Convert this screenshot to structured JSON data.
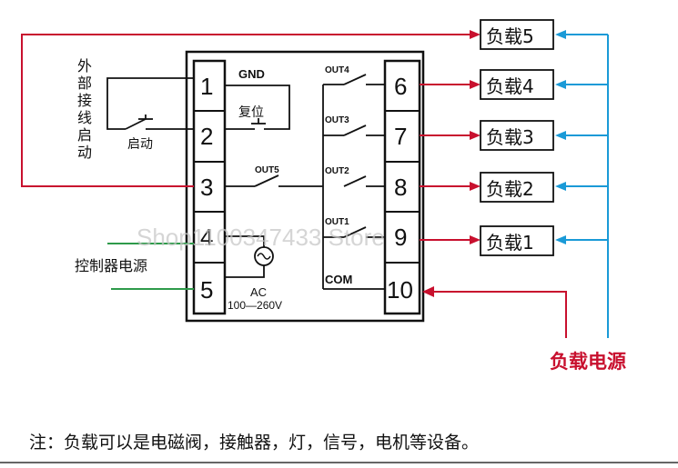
{
  "terminals_left": [
    "1",
    "2",
    "3",
    "4",
    "5"
  ],
  "terminals_right": [
    "6",
    "7",
    "8",
    "9",
    "10"
  ],
  "internal_labels": {
    "gnd": "GND",
    "reset": "复位",
    "out5": "OUT5",
    "out4": "OUT4",
    "out3": "OUT3",
    "out2": "OUT2",
    "out1": "OUT1",
    "com": "COM",
    "ac": "AC",
    "voltage": "100—260V"
  },
  "external_start": {
    "vertical_text": "外部接线启动",
    "switch_label": "启动"
  },
  "controller_power": "控制器电源",
  "loads": [
    "负载5",
    "负载4",
    "负载3",
    "负载2",
    "负载1"
  ],
  "load_power": "负载电源",
  "note": "注：负载可以是电磁阀，接触器，灯，信号，电机等设备。",
  "watermark": "Shop1100347433 Store",
  "colors": {
    "red_wire": "#c8102e",
    "blue_wire": "#1a9ad7",
    "green_wire": "#2e9a4a",
    "line": "#111111"
  }
}
